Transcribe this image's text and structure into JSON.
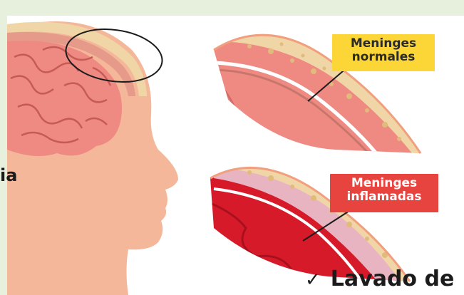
{
  "labels": {
    "normal": [
      "Meninges",
      "normales"
    ],
    "inflamed": [
      "Meninges",
      "inflamadas"
    ]
  },
  "side_text": "ia",
  "bottom_text": "Lavado de",
  "check_glyph": "✓",
  "colors": {
    "background": "#e6f0dc",
    "skin": "#f4b79a",
    "brain": "#ef8a82",
    "skull": "#f0d6a6",
    "label_normal": "#fcd537",
    "label_inflamed": "#e8443f",
    "inflamed_tissue": "#d61a2a"
  }
}
